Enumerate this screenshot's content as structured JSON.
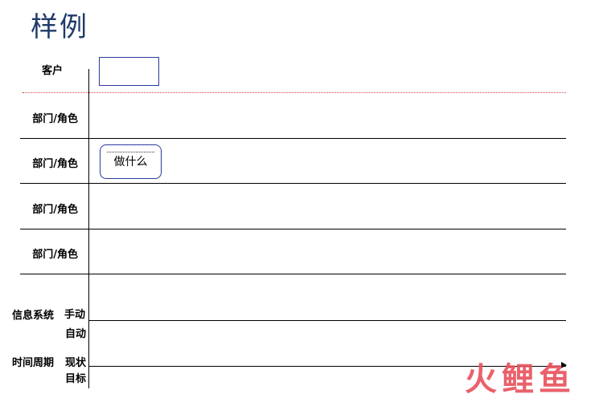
{
  "title": "样例",
  "customer_label": "客户",
  "lanes": [
    "部门/角色",
    "部门/角色",
    "部门/角色",
    "部门/角色"
  ],
  "activity_label": "做什么",
  "info_system": {
    "label": "信息系统",
    "manual": "手动",
    "auto": "自动"
  },
  "time_period": {
    "label": "时间周期",
    "current": "现状",
    "target": "目标"
  },
  "watermark": "火鲤鱼",
  "colors": {
    "title": "#1f3a6b",
    "box_border": "#2b3a9c",
    "dotted_line": "#e04040",
    "watermark": "#e8505b"
  }
}
